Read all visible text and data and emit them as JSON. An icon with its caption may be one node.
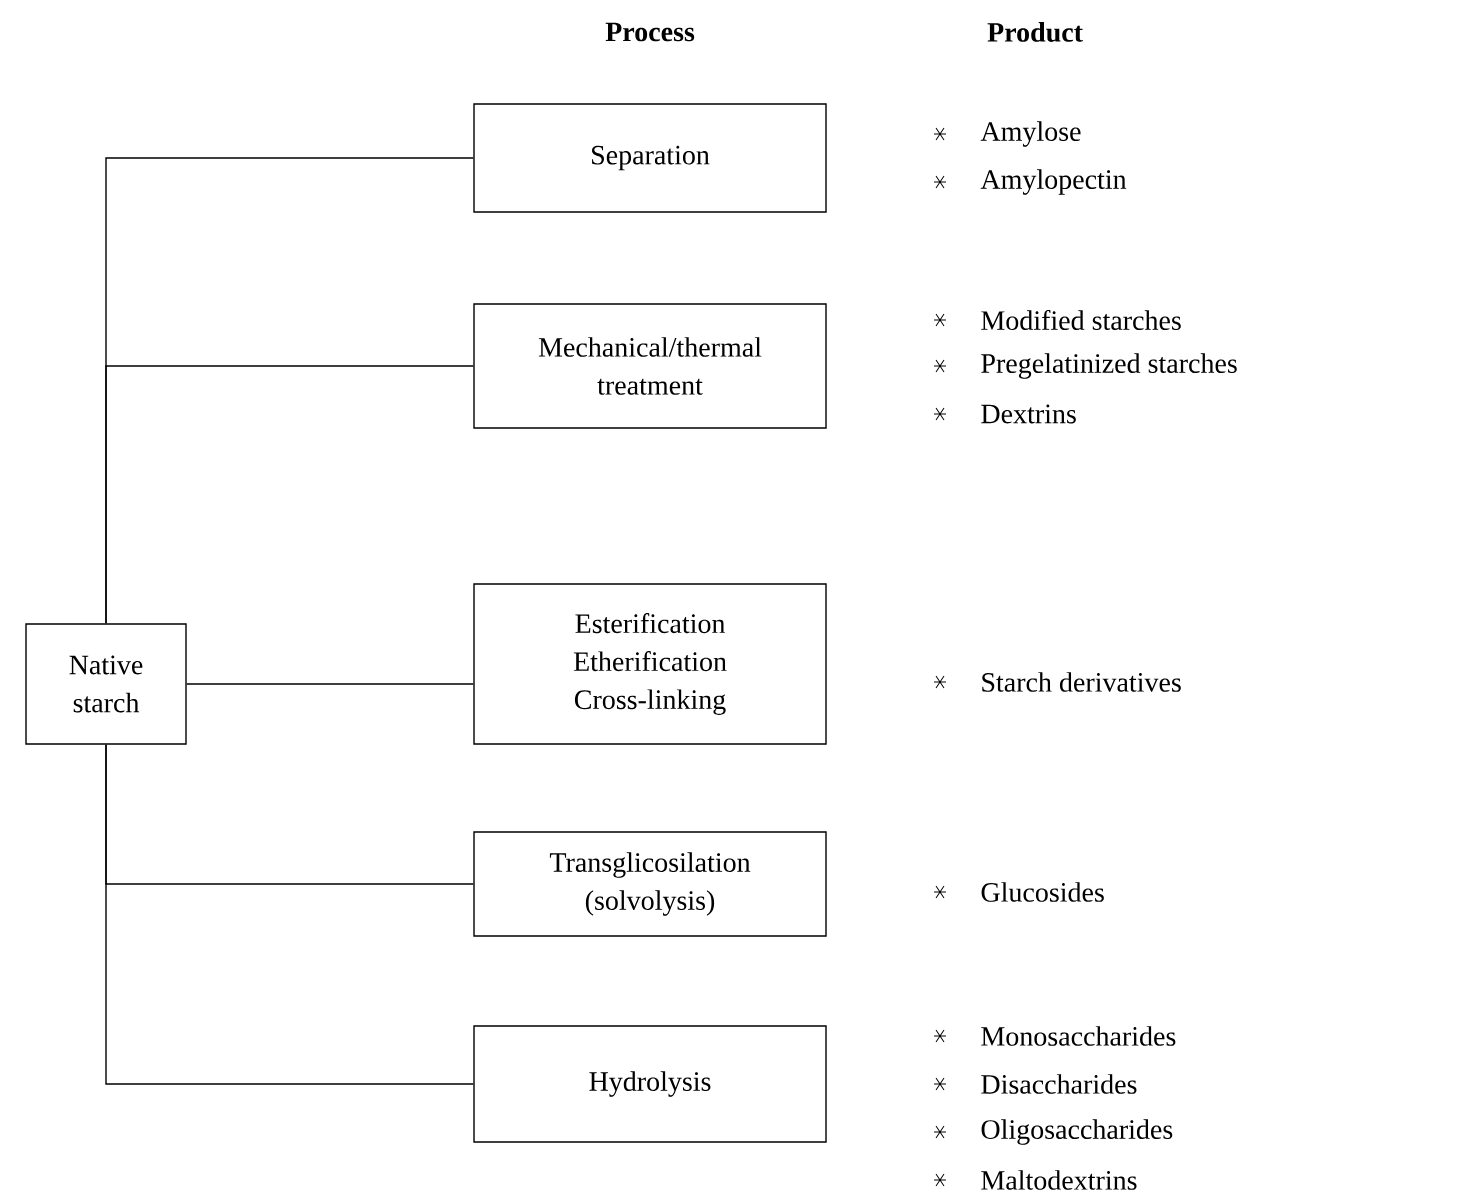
{
  "diagram": {
    "nodes": [
      {
        "text": [
          "Native starch"
        ]
      },
      {
        "text": [
          "Separation"
        ]
      },
      {
        "text": [
          "Mechanical/thermal treatment"
        ]
      },
      {
        "text": [
          "Esterification",
          "Etherification",
          "Cross-linking"
        ]
      },
      {
        "text": [
          "Transglicosilation (solvolysis)"
        ]
      },
      {
        "text": [
          "Hydrolysis"
        ]
      }
    ],
    "edges": [
      {
        "from": 0,
        "to": 1,
        "arrow": "none"
      },
      {
        "from": 0,
        "to": 2,
        "arrow": "none"
      },
      {
        "from": 0,
        "to": 3,
        "arrow": "none"
      },
      {
        "from": 0,
        "to": 4,
        "arrow": "none"
      },
      {
        "from": 0,
        "to": 5,
        "arrow": "none"
      }
    ],
    "labels": [
      "Process",
      "Product",
      "Amylose",
      "Amylopectin",
      "Modified starches",
      "Pregelatinized starches",
      "Dextrins",
      "Starch derivatives",
      "Glucosides",
      "Monosaccharides",
      "Disaccharides",
      "Oligosaccharides",
      "Maltodextrins"
    ]
  }
}
